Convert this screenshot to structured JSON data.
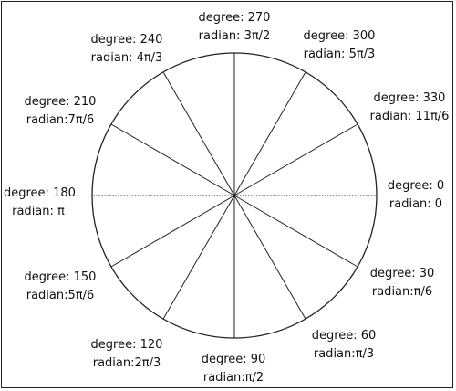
{
  "diagram": {
    "circle_divisions": 12,
    "stroke_color": "#222222",
    "labels": [
      {
        "degree": 270,
        "degree_text": "degree: 270",
        "radian_text": "radian: 3π/2"
      },
      {
        "degree": 300,
        "degree_text": "degree: 300",
        "radian_text": "radian: 5π/3"
      },
      {
        "degree": 330,
        "degree_text": "degree: 330",
        "radian_text": "radian: 11π/6"
      },
      {
        "degree": 0,
        "degree_text": "degree: 0",
        "radian_text": "radian: 0"
      },
      {
        "degree": 30,
        "degree_text": "degree: 30",
        "radian_text": "radian:π/6"
      },
      {
        "degree": 60,
        "degree_text": "degree: 60",
        "radian_text": "radian:π/3"
      },
      {
        "degree": 90,
        "degree_text": "degree: 90",
        "radian_text": "radian:π/2"
      },
      {
        "degree": 120,
        "degree_text": "degree: 120",
        "radian_text": "radian:2π/3"
      },
      {
        "degree": 150,
        "degree_text": "degree: 150",
        "radian_text": "radian:5π/6"
      },
      {
        "degree": 180,
        "degree_text": "degree: 180",
        "radian_text": "radian: π"
      },
      {
        "degree": 210,
        "degree_text": "degree: 210",
        "radian_text": "radian:7π/6"
      },
      {
        "degree": 240,
        "degree_text": "degree: 240",
        "radian_text": "radian: 4π/3"
      }
    ]
  }
}
